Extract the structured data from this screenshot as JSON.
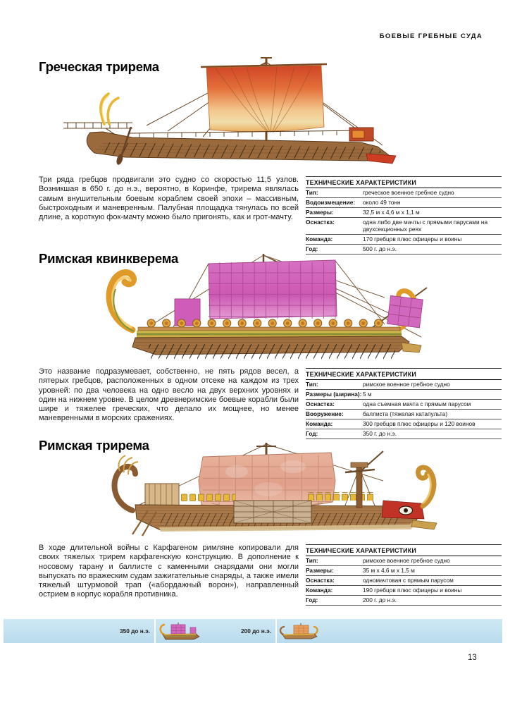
{
  "page": {
    "kicker": "БОЕВЫЕ ГРЕБНЫЕ СУДА",
    "page_number": "13"
  },
  "sections": [
    {
      "title": "Греческая трирема",
      "paragraph": "Три ряда гребцов продвигали это судно со скоростью 11,5 узлов. Возникшая в 650 г. до н.э., вероятно, в Коринфе, трирема являлась самым внушительным боевым кораблем своей эпохи – массивным, быстроходным и маневренным. Палубная площадка тянулась по всей длине, а короткую фок-мачту можно было пригонять, как и грот-мачту.",
      "table": {
        "header": "ТЕХНИЧЕСКИЕ ХАРАКТЕРИСТИКИ",
        "rows": [
          {
            "label": "Тип:",
            "value": "греческое военное гребное судно"
          },
          {
            "label": "Водоизмещение:",
            "value": "около 49 тонн"
          },
          {
            "label": "Размеры:",
            "value": "32,5 м x 4,6 м x 1,1 м"
          },
          {
            "label": "Оснастка:",
            "value": "одна либо две мачты с прямыми парусами на двухсекционных реях"
          },
          {
            "label": "Команда:",
            "value": "170 гребцов плюс офицеры и воины"
          },
          {
            "label": "Год:",
            "value": "500 г. до н.э."
          }
        ]
      }
    },
    {
      "title": "Римская квинкверема",
      "paragraph": "Это название подразумевает, собственно, не пять рядов весел, а пятерых гребцов, расположенных в одном отсеке на каждом из трех уровней: по два человека на одно весло на двух верхних уровнях и один на нижнем уровне. В целом древнеримские боевые корабли были шире и тяжелее греческих, что делало их мощнее, но менее маневренными в морских сражениях.",
      "table": {
        "header": "ТЕХНИЧЕСКИЕ ХАРАКТЕРИСТИКИ",
        "rows": [
          {
            "label": "Тип:",
            "value": "римское военное гребное судно"
          },
          {
            "label": "Размеры (ширина):",
            "value": "5 м"
          },
          {
            "label": "Оснастка:",
            "value": "одна съемная мачта с прямым парусом"
          },
          {
            "label": "Вооружение:",
            "value": "баллиста (тяжелая катапульта)"
          },
          {
            "label": "Команда:",
            "value": "300 гребцов плюс офицеры и 120 воинов"
          },
          {
            "label": "Год:",
            "value": "350 г. до н.э."
          }
        ]
      }
    },
    {
      "title": "Римская трирема",
      "paragraph": "В ходе длительной войны с Карфагеном римляне копировали для своих тяжелых трирем карфагенскую конструкцию. В дополнение к носовому тарану и баллисте с каменными снарядами они могли выпускать по вражеским судам зажигательные снаряды, а также имели тяжелый штурмовой трап («абордажный ворон»), направленный острием в корпус корабля противника.",
      "table": {
        "header": "ТЕХНИЧЕСКИЕ ХАРАКТЕРИСТИКИ",
        "rows": [
          {
            "label": "Тип:",
            "value": "римское военное гребное судно"
          },
          {
            "label": "Размеры:",
            "value": "35 м x 4,6 м x 1,5 м"
          },
          {
            "label": "Оснастка:",
            "value": "одномачтовая с прямым парусом"
          },
          {
            "label": "Команда:",
            "value": "190 гребцов плюс офицеры и воины"
          },
          {
            "label": "Год:",
            "value": "200 г. до н.э."
          }
        ]
      }
    }
  ],
  "timeline": {
    "entries": [
      {
        "year": "350 до н.э."
      },
      {
        "year": "200 до н.э."
      }
    ]
  },
  "colors": {
    "greek_sail_top": "#d04526",
    "greek_sail_bottom": "#f3c88e",
    "quinquereme_sail": "#cf5fb6",
    "trireme_sail": "#e2a28c",
    "timeline_band": "#c7e3f1",
    "hull_brown": "#9a6a3c"
  }
}
